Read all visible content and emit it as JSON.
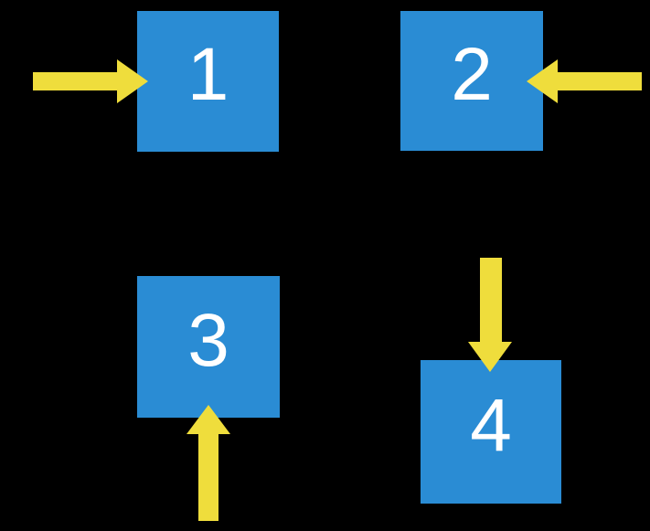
{
  "colors": {
    "background": "#000000",
    "square": "#2A8CD4",
    "arrow": "#EFDD3C",
    "label": "#FFFFFF"
  },
  "squares": [
    {
      "label": "1",
      "arrow_direction": "right",
      "arrow_enters_from": "left"
    },
    {
      "label": "2",
      "arrow_direction": "left",
      "arrow_enters_from": "right"
    },
    {
      "label": "3",
      "arrow_direction": "up",
      "arrow_enters_from": "bottom"
    },
    {
      "label": "4",
      "arrow_direction": "down",
      "arrow_enters_from": "top"
    }
  ]
}
